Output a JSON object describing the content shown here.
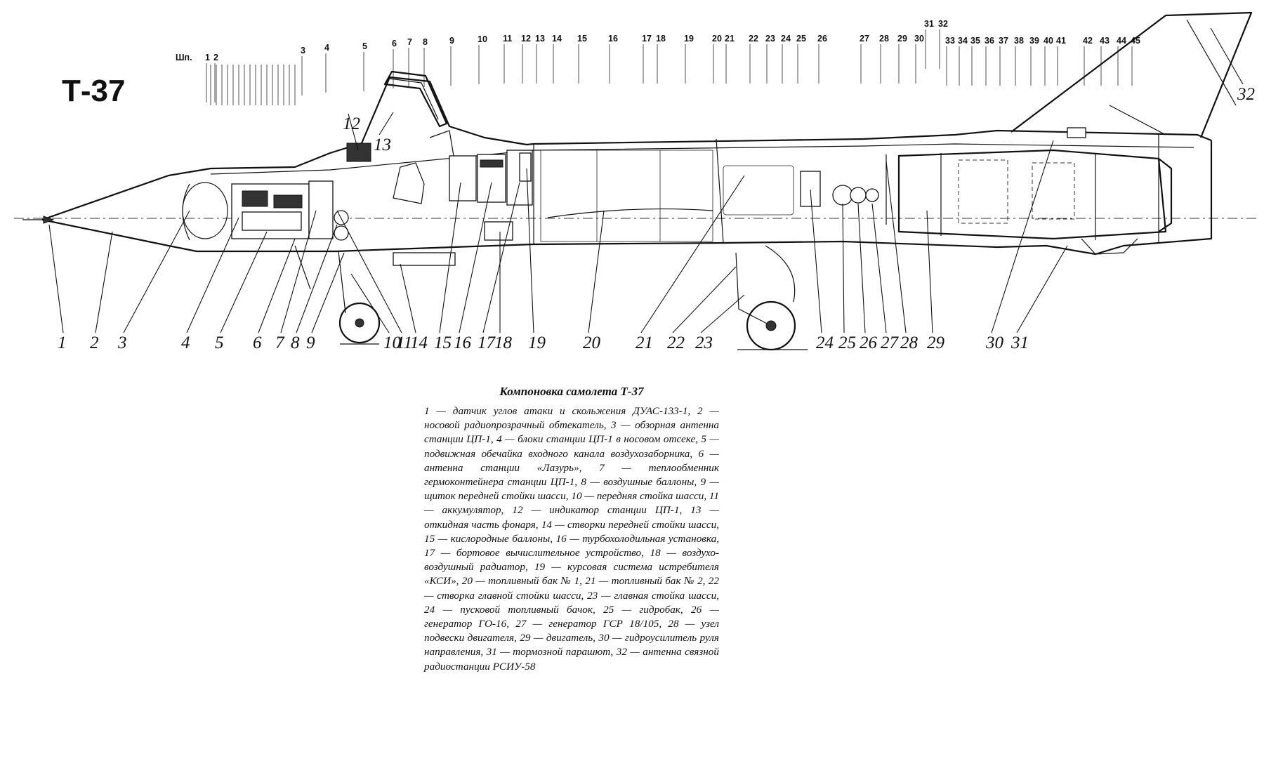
{
  "title": "Т-37",
  "frame_prefix": "Шп.",
  "frames": [
    {
      "label": "1"
    },
    {
      "label": "2"
    },
    {
      "label": "3"
    },
    {
      "label": "4"
    },
    {
      "label": "5"
    },
    {
      "label": "6"
    },
    {
      "label": "7"
    },
    {
      "label": "8"
    },
    {
      "label": "9"
    },
    {
      "label": "10"
    },
    {
      "label": "11"
    },
    {
      "label": "12"
    },
    {
      "label": "13"
    },
    {
      "label": "14"
    },
    {
      "label": "15"
    },
    {
      "label": "16"
    },
    {
      "label": "17"
    },
    {
      "label": "18"
    },
    {
      "label": "19"
    },
    {
      "label": "20"
    },
    {
      "label": "21"
    },
    {
      "label": "22"
    },
    {
      "label": "23"
    },
    {
      "label": "24"
    },
    {
      "label": "25"
    },
    {
      "label": "26"
    },
    {
      "label": "27"
    },
    {
      "label": "28"
    },
    {
      "label": "29"
    },
    {
      "label": "30"
    },
    {
      "label": "31"
    },
    {
      "label": "32"
    },
    {
      "label": "33"
    },
    {
      "label": "34"
    },
    {
      "label": "35"
    },
    {
      "label": "36"
    },
    {
      "label": "37"
    },
    {
      "label": "38"
    },
    {
      "label": "39"
    },
    {
      "label": "40"
    },
    {
      "label": "41"
    },
    {
      "label": "42"
    },
    {
      "label": "43"
    },
    {
      "label": "44"
    },
    {
      "label": "45"
    }
  ],
  "callouts": [
    {
      "label": "1"
    },
    {
      "label": "2"
    },
    {
      "label": "3"
    },
    {
      "label": "4"
    },
    {
      "label": "5"
    },
    {
      "label": "6"
    },
    {
      "label": "7"
    },
    {
      "label": "8"
    },
    {
      "label": "9"
    },
    {
      "label": "10"
    },
    {
      "label": "11"
    },
    {
      "label": "12"
    },
    {
      "label": "13"
    },
    {
      "label": "14"
    },
    {
      "label": "15"
    },
    {
      "label": "16"
    },
    {
      "label": "17"
    },
    {
      "label": "18"
    },
    {
      "label": "19"
    },
    {
      "label": "20"
    },
    {
      "label": "21"
    },
    {
      "label": "22"
    },
    {
      "label": "23"
    },
    {
      "label": "24"
    },
    {
      "label": "25"
    },
    {
      "label": "26"
    },
    {
      "label": "27"
    },
    {
      "label": "28"
    },
    {
      "label": "29"
    },
    {
      "label": "30"
    },
    {
      "label": "31"
    },
    {
      "label": "32"
    }
  ],
  "caption": {
    "title": "Компоновка самолета Т-37",
    "body": "1 — датчик углов атаки и скольжения ДУАС-133-1, 2 — носовой радиопрозрачный обтекатель, 3 — обзорная антенна станции ЦП-1, 4 — блоки станции ЦП-1 в носовом отсеке, 5 — подвижная обечайка входного канала воздухозаборника, 6 — антенна станции «Лазурь», 7 — теплообменник гермоконтейнера станции ЦП-1, 8 — воздушные баллоны, 9 — щиток передней стойки шасси, 10 — передняя стойка шасси, 11 — аккумулятор, 12 — индикатор станции ЦП-1, 13 — откидная часть фонаря, 14 — створки передней стойки шасси, 15 — кислородные баллоны, 16 — турбохолодильная установка, 17 — бортовое вычислительное устройство, 18 — воздухо-воздушный радиатор, 19 — курсовая система истребителя «КСИ», 20 — топливный бак № 1, 21 — топливный бак № 2, 22 — створка главной стойки шасси, 23 — главная стойка шасси, 24 — пусковой топливный бачок, 25 — гидробак, 26 — генератор ГО-16, 27 — генератор ГСР 18/105, 28 — узел подвески двигателя, 29 — двигатель, 30 — гидроусилитель руля направления, 31 — тормозной парашют, 32 — антенна связной радиостанции РСИУ-58"
  }
}
